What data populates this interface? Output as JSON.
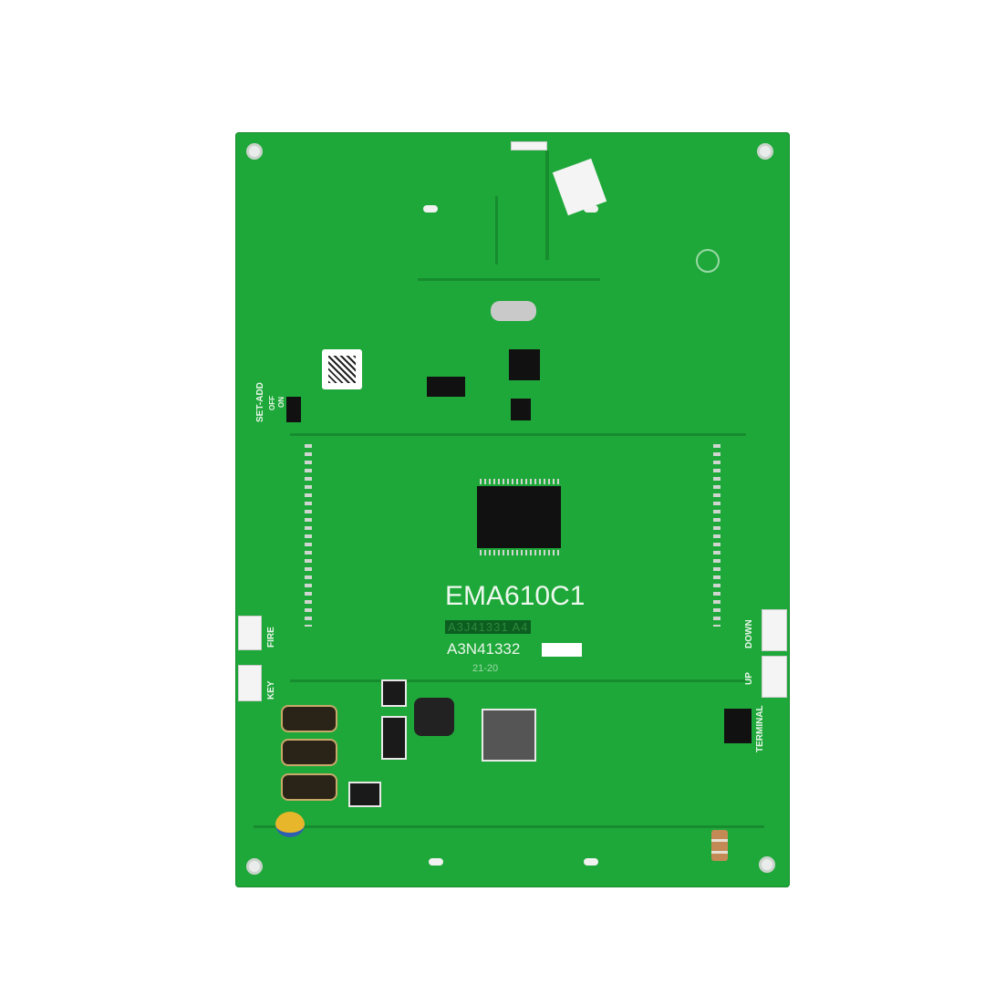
{
  "board": {
    "model": "EMA610C1",
    "part_number_1": "A3J41331 A4",
    "part_number_2": "A3N41332",
    "date_code": "21-20",
    "labels": {
      "set_addr": "SET-ADD",
      "off": "OFF",
      "on": "ON",
      "fire": "FIRE",
      "key": "KEY",
      "down": "DOWN",
      "up": "UP",
      "terminal": "TERMINAL"
    }
  },
  "colors": {
    "pcb": "#1fa83a",
    "silkscreen": "#e9f6ea",
    "chip": "#111111"
  }
}
